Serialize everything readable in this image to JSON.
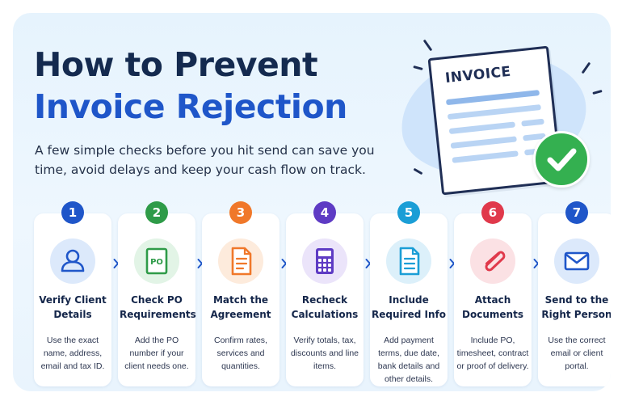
{
  "title": {
    "line1": "How to Prevent",
    "line2": "Invoice Rejection"
  },
  "subtitle": "A few simple checks before you hit send can save you time, avoid delays and keep your cash flow on track.",
  "illustration": {
    "doc_label": "INVOICE",
    "icons": [
      "invoice-document-icon",
      "checkmark-circle-icon"
    ]
  },
  "steps": [
    {
      "number": "1",
      "icon": "user-icon",
      "color": "#1f56c9",
      "tint": "#dce9fb",
      "title": "Verify Client Details",
      "desc": "Use the exact name, address, email and tax ID."
    },
    {
      "number": "2",
      "icon": "po-document-icon",
      "color": "#2e9b48",
      "tint": "#e2f4e6",
      "icon_text": "PO",
      "title": "Check PO Requirements",
      "desc": "Add the PO number if your client needs one."
    },
    {
      "number": "3",
      "icon": "agreement-document-icon",
      "color": "#f0782a",
      "tint": "#fdebdc",
      "title": "Match the Agreement",
      "desc": "Confirm rates, services and quantities."
    },
    {
      "number": "4",
      "icon": "calculator-icon",
      "color": "#5e3bc4",
      "tint": "#ebe4fa",
      "title": "Recheck Calculations",
      "desc": "Verify totals, tax, discounts and line items."
    },
    {
      "number": "5",
      "icon": "info-document-icon",
      "color": "#1b9ed6",
      "tint": "#dcf0fa",
      "title": "Include Required Info",
      "desc": "Add payment terms, due date, bank details and other details."
    },
    {
      "number": "6",
      "icon": "paperclip-icon",
      "color": "#e0394b",
      "tint": "#fbe1e4",
      "title": "Attach Documents",
      "desc": "Include PO, timesheet, contract or proof of delivery."
    },
    {
      "number": "7",
      "icon": "envelope-icon",
      "color": "#1f56c9",
      "tint": "#dce9fb",
      "title": "Send to the Right Person",
      "desc": "Use the correct email or client portal."
    }
  ],
  "colors": {
    "title_dark": "#142a4f",
    "title_blue": "#1f56c9",
    "check_green": "#34b050",
    "background": "#e6f3fd"
  }
}
